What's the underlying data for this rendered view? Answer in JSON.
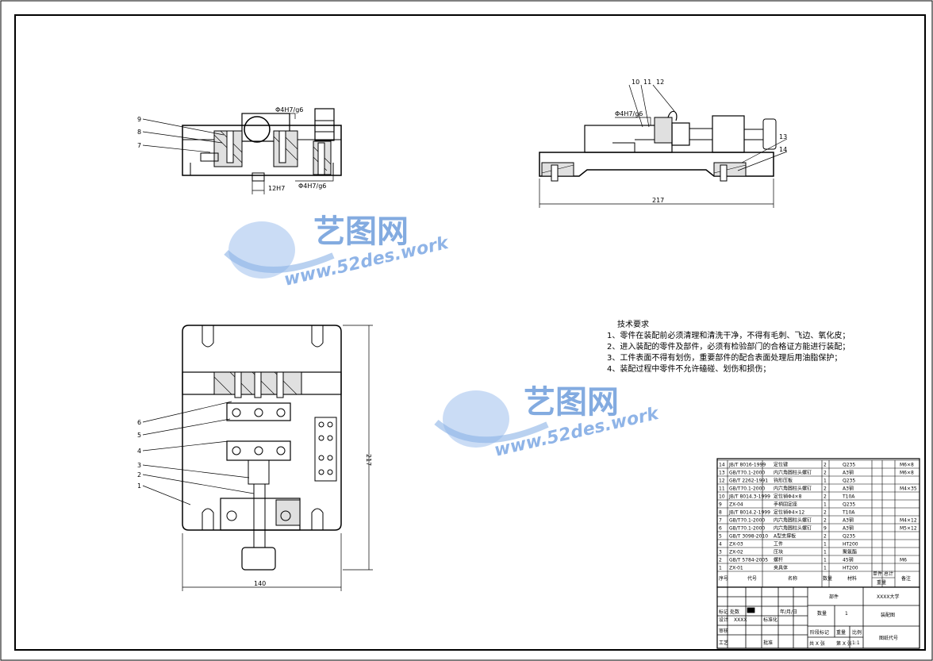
{
  "views": {
    "front": {
      "balloons": [
        "9",
        "8",
        "7"
      ],
      "fit_top": "Φ4H7/g6",
      "fit_bottom": "Φ4H7/g6",
      "dim_width": "12H7"
    },
    "side": {
      "balloons_top": [
        "10",
        "11",
        "12"
      ],
      "balloons_right": [
        "13",
        "14"
      ],
      "fit": "Φ4H7/g6",
      "dim_length": "217"
    },
    "plan": {
      "balloons": [
        "6",
        "5",
        "4",
        "3",
        "2",
        "1"
      ],
      "dim_width": "140",
      "dim_height": "217"
    }
  },
  "tech_requirements": {
    "title": "技术要求",
    "items": [
      "1、零件在装配前必须清理和清洗干净，不得有毛刺、飞边、氧化皮；",
      "2、进入装配的零件及部件，必须有检验部门的合格证方能进行装配；",
      "3、工件表面不得有划伤，重要部件的配合表面处理后用油脂保护；",
      "4、装配过程中零件不允许磕碰、划伤和损伤；"
    ]
  },
  "watermark": {
    "brand": "艺图网",
    "url": "www.52des.work"
  },
  "bom": {
    "rows": [
      {
        "no": "14",
        "code": "JB/T 8016-1999",
        "name": "定位键",
        "qty": "2",
        "material": "Q235",
        "note": "M6×8"
      },
      {
        "no": "13",
        "code": "GB/T70.1-2000",
        "name": "内六角圆柱头螺钉",
        "qty": "2",
        "material": "A3钢",
        "note": "M6×8"
      },
      {
        "no": "12",
        "code": "GB/T 2262-1991",
        "name": "钩形压板",
        "qty": "1",
        "material": "Q235",
        "note": ""
      },
      {
        "no": "11",
        "code": "GB/T70.1-2000",
        "name": "内六角圆柱头螺钉",
        "qty": "2",
        "material": "A3钢",
        "note": "M4×35"
      },
      {
        "no": "10",
        "code": "JB/T 8014.3-1999",
        "name": "定位销Φ4×8",
        "qty": "2",
        "material": "T10A",
        "note": ""
      },
      {
        "no": "9",
        "code": "ZX-04",
        "name": "手柄固定座",
        "qty": "1",
        "material": "Q235",
        "note": ""
      },
      {
        "no": "8",
        "code": "JB/T 8014.2-1999",
        "name": "定位销Φ4×12",
        "qty": "2",
        "material": "T10A",
        "note": ""
      },
      {
        "no": "7",
        "code": "GB/T70.1-2000",
        "name": "内六角圆柱头螺钉",
        "qty": "2",
        "material": "A3钢",
        "note": "M4×12"
      },
      {
        "no": "6",
        "code": "GB/T70.1-2000",
        "name": "内六角圆柱头螺钉",
        "qty": "9",
        "material": "A3钢",
        "note": "M5×12"
      },
      {
        "no": "5",
        "code": "GB/T 3098-2010",
        "name": "A型支撑板",
        "qty": "2",
        "material": "Q235",
        "note": ""
      },
      {
        "no": "4",
        "code": "ZX-03",
        "name": "工件",
        "qty": "1",
        "material": "HT200",
        "note": ""
      },
      {
        "no": "3",
        "code": "ZX-02",
        "name": "压块",
        "qty": "1",
        "material": "聚氨酯",
        "note": ""
      },
      {
        "no": "2",
        "code": "GB/T 5784-2005",
        "name": "螺杆",
        "qty": "1",
        "material": "45钢",
        "note": "M6"
      },
      {
        "no": "1",
        "code": "ZX-01",
        "name": "夹具体",
        "qty": "1",
        "material": "HT200",
        "note": ""
      }
    ],
    "header": {
      "no": "序号",
      "code": "代号",
      "name": "名称",
      "qty": "数量",
      "material": "材料",
      "unit_weight": "单件",
      "total_weight": "总计",
      "weight": "重量",
      "note": "备注"
    }
  },
  "title_block": {
    "part_name": "部件",
    "school": "XXXX大学",
    "quantity_label": "数量",
    "quantity_value": "1",
    "drawing_type": "装配图",
    "stage_label": "阶段标记",
    "weight_label": "重量",
    "scale_label": "比例",
    "scale_value": "1:1",
    "drawing_no_label": "图纸代号",
    "mark_label": "标记",
    "zones_label": "处数",
    "designer_label": "设计",
    "designer_value": "XXXX",
    "std_label": "标准化",
    "review_label": "审核",
    "process_label": "工艺",
    "approve_label": "批准",
    "sheet_label_a": "共 X 张",
    "sheet_label_b": "第 X 张",
    "date_label": "年/月/日"
  }
}
